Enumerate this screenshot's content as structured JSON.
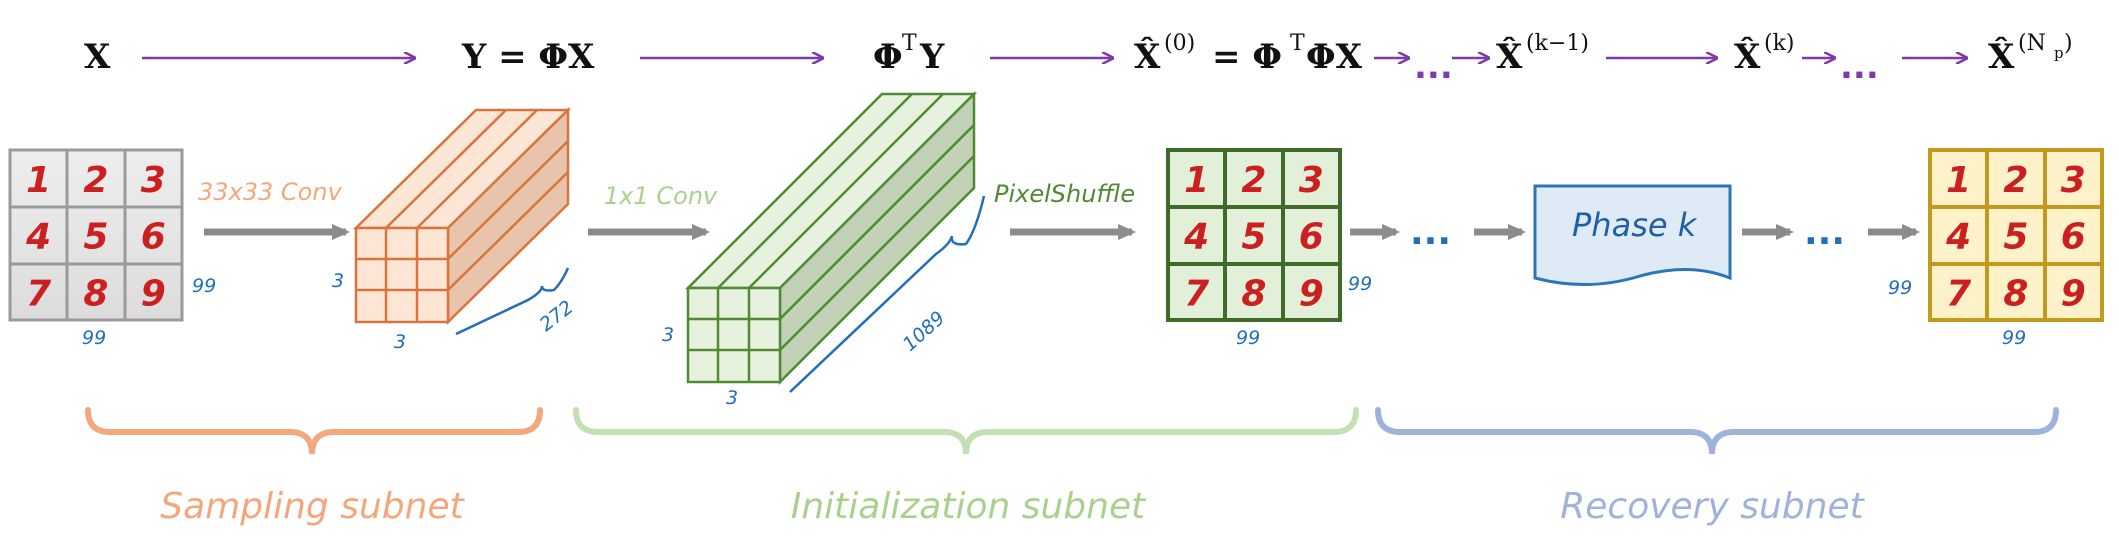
{
  "colors": {
    "purple_arrow": "#7d3aa8",
    "gray_arrow": "#8c8c8c",
    "sampling": "#f4a77c",
    "initialization": "#b6d7a0",
    "recovery": "#9fb2dc",
    "dim_text": "#1f6fbd",
    "digit": "#cc1f1f"
  },
  "formulas": {
    "x": "X",
    "y_eq": "Y = ΦX",
    "phi_t_y_base": "Φ",
    "phi_t_y_sup": "T",
    "phi_t_y_tail": "Y",
    "x0_base": "X̂",
    "x0_sup": "(0)",
    "x0_rhs_a": "= Φ",
    "x0_rhs_sup": "T",
    "x0_rhs_b": "ΦX",
    "xk1_base": "X̂",
    "xk1_sup": "(k−1)",
    "xk_base": "X̂",
    "xk_sup": "(k)",
    "xnp_base": "X̂",
    "xnp_sup": "(N",
    "xnp_sub": "p",
    "xnp_close": ")",
    "dots": "..."
  },
  "grid_digits": [
    "1",
    "2",
    "3",
    "4",
    "5",
    "6",
    "7",
    "8",
    "9"
  ],
  "labels": {
    "conv33": "33x33 Conv",
    "conv1": "1x1 Conv",
    "pixelshuffle": "PixelShuffle",
    "phase_k": "Phase k",
    "dots": "..."
  },
  "dims": {
    "input_right": "99",
    "input_bottom": "99",
    "orange_left": "3",
    "orange_bottom": "3",
    "orange_depth": "272",
    "green_left": "3",
    "green_bottom": "3",
    "green_depth": "1089",
    "mid_right": "99",
    "mid_bottom": "99",
    "out_left": "99",
    "out_bottom": "99"
  },
  "subnets": {
    "sampling": "Sampling subnet",
    "initialization": "Initialization subnet",
    "recovery": "Recovery subnet"
  }
}
